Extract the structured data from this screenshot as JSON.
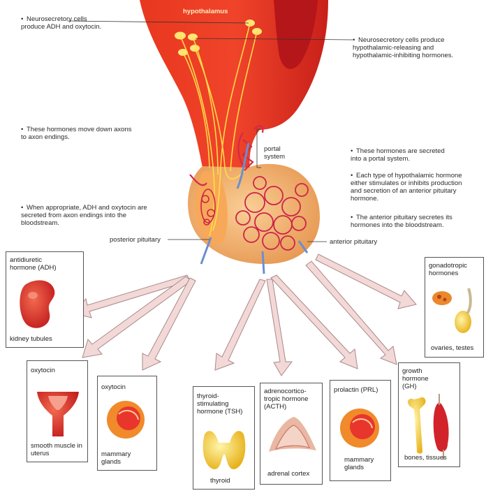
{
  "hypothalamus": "hypothalamus",
  "notes_left": {
    "n1": "Neurosecretory cells produce ADH and oxytocin.",
    "n2": "These hormones move down axons to axon endings.",
    "n3": "When appropriate, ADH and oxytocin are secreted from axon endings into the bloodstream."
  },
  "notes_right": {
    "n1": "Neurosecretory cells produce hypothalamic-releasing and hypothalamic-inhibiting hormones.",
    "n2": "These hormones are secreted into a portal system.",
    "n3": "Each type of hypothalamic hormone either stimulates or inhibits production and secretion of an anterior pituitary hormone.",
    "n4": "The anterior pituitary secretes its hormones into the bloodstream."
  },
  "labels": {
    "portal": "portal system",
    "posterior": "posterior pituitary",
    "anterior": "anterior pituitary"
  },
  "boxes": {
    "adh": {
      "title": "antidiuretic hormone (ADH)",
      "target": "kidney tubules"
    },
    "oxy1": {
      "title": "oxytocin",
      "target": "smooth muscle in uterus"
    },
    "oxy2": {
      "title": "oxytocin",
      "target": "mammary glands"
    },
    "tsh": {
      "title": "thyroid-stimulating hormone (TSH)",
      "target": "thyroid"
    },
    "acth": {
      "title": "adrenocortico-tropic hormone (ACTH)",
      "target": "adrenal cortex"
    },
    "prl": {
      "title": "prolactin (PRL)",
      "target": "mammary glands"
    },
    "gh": {
      "title": "growth hormone (GH)",
      "target": "bones, tissues"
    },
    "gonad": {
      "title": "gonadotropic hormones",
      "target": "ovaries, testes"
    }
  },
  "colors": {
    "brain": "#e0301f",
    "axon": "#ffe14a",
    "gland": "#f4b87a",
    "vessel_red": "#d22a4a",
    "vessel_blue": "#6a8fd0",
    "arrow": "#f3d8d8"
  }
}
